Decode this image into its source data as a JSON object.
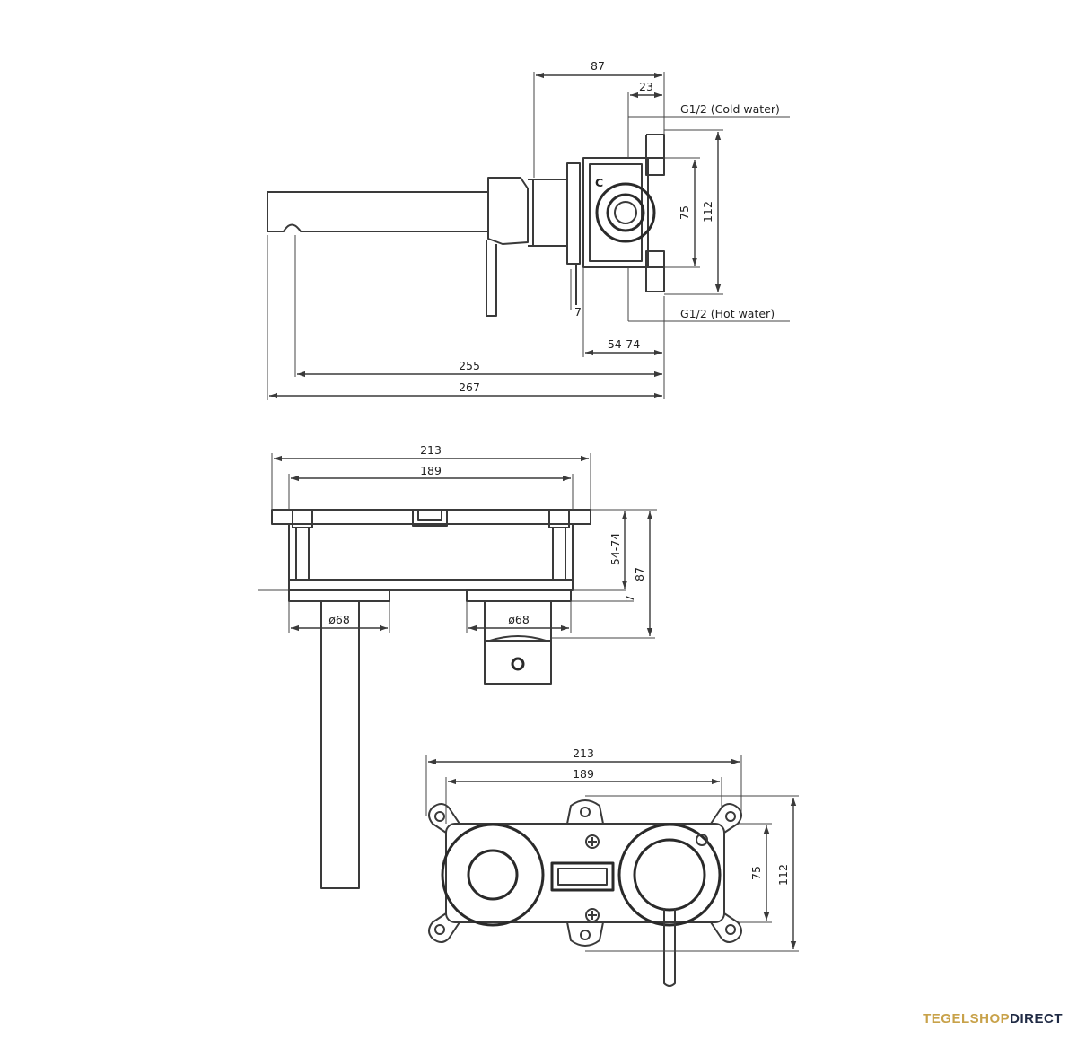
{
  "side_view": {
    "dim_overall_depth": "87",
    "dim_inlet_offset": "23",
    "dim_height_outer": "112",
    "dim_height_inner": "75",
    "dim_wall_range": "54-74",
    "dim_plate": "7",
    "dim_spout_reach": "255",
    "dim_total_length": "267",
    "cold_inlet_label": "G1/2 (Cold water)",
    "hot_inlet_label": "G1/2 (Hot water)",
    "cold_marker": "C"
  },
  "top_view": {
    "dim_overall_width": "213",
    "dim_inner_width": "189",
    "dim_wall_range": "54-74",
    "dim_depth": "87",
    "dim_plate": "7",
    "dim_rosette_left": "ø68",
    "dim_rosette_right": "ø68"
  },
  "front_view": {
    "dim_overall_width": "213",
    "dim_inner_width": "189",
    "dim_height_inner": "75",
    "dim_height_outer": "112"
  },
  "brand": {
    "part1": "TEGELSHOP",
    "part2": "DIRECT"
  }
}
